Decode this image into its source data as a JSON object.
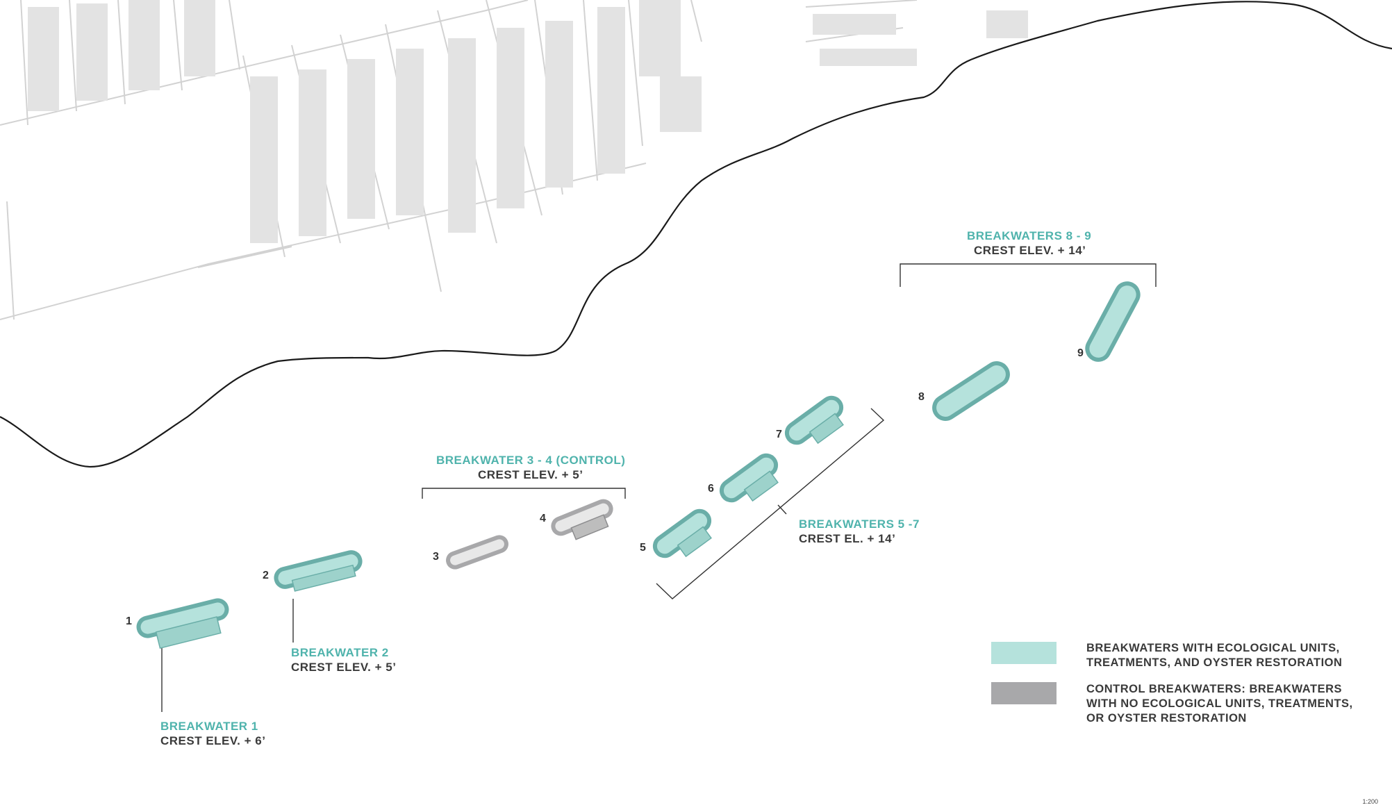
{
  "colors": {
    "ecological": "#b5e2dc",
    "ecological_outline": "#6aaea8",
    "control": "#a8a8aa",
    "control_outline": "#8d8d8f",
    "label_teal": "#4fb3ac",
    "label_dark": "#3a3a3a",
    "streets": "#cfcfcf",
    "buildings": "#e2e2e2",
    "shoreline": "#1a1a1a"
  },
  "breakwaters": [
    {
      "number": "1",
      "type": "ecological"
    },
    {
      "number": "2",
      "type": "ecological"
    },
    {
      "number": "3",
      "type": "control"
    },
    {
      "number": "4",
      "type": "control"
    },
    {
      "number": "5",
      "type": "ecological"
    },
    {
      "number": "6",
      "type": "ecological"
    },
    {
      "number": "7",
      "type": "ecological"
    },
    {
      "number": "8",
      "type": "ecological"
    },
    {
      "number": "9",
      "type": "ecological"
    }
  ],
  "callouts": {
    "bw1": {
      "title": "BREAKWATER 1",
      "elev": "CREST ELEV. + 6’"
    },
    "bw2": {
      "title": "BREAKWATER 2",
      "elev": "CREST ELEV. + 5’"
    },
    "bw34": {
      "title": "BREAKWATER 3 - 4 (CONTROL)",
      "elev": "CREST ELEV. + 5’"
    },
    "bw57": {
      "title": "BREAKWATERS 5 -7",
      "elev": "CREST EL. + 14’"
    },
    "bw89": {
      "title": "BREAKWATERS 8 - 9",
      "elev": "CREST ELEV. + 14’"
    }
  },
  "legend": {
    "ecological_line1": "BREAKWATERS WITH ECOLOGICAL UNITS,",
    "ecological_line2": "TREATMENTS, AND OYSTER RESTORATION",
    "control_line1": "CONTROL BREAKWATERS: BREAKWATERS",
    "control_line2": "WITH NO ECOLOGICAL UNITS, TREATMENTS,",
    "control_line3": "OR OYSTER RESTORATION"
  },
  "scale": "1:200"
}
